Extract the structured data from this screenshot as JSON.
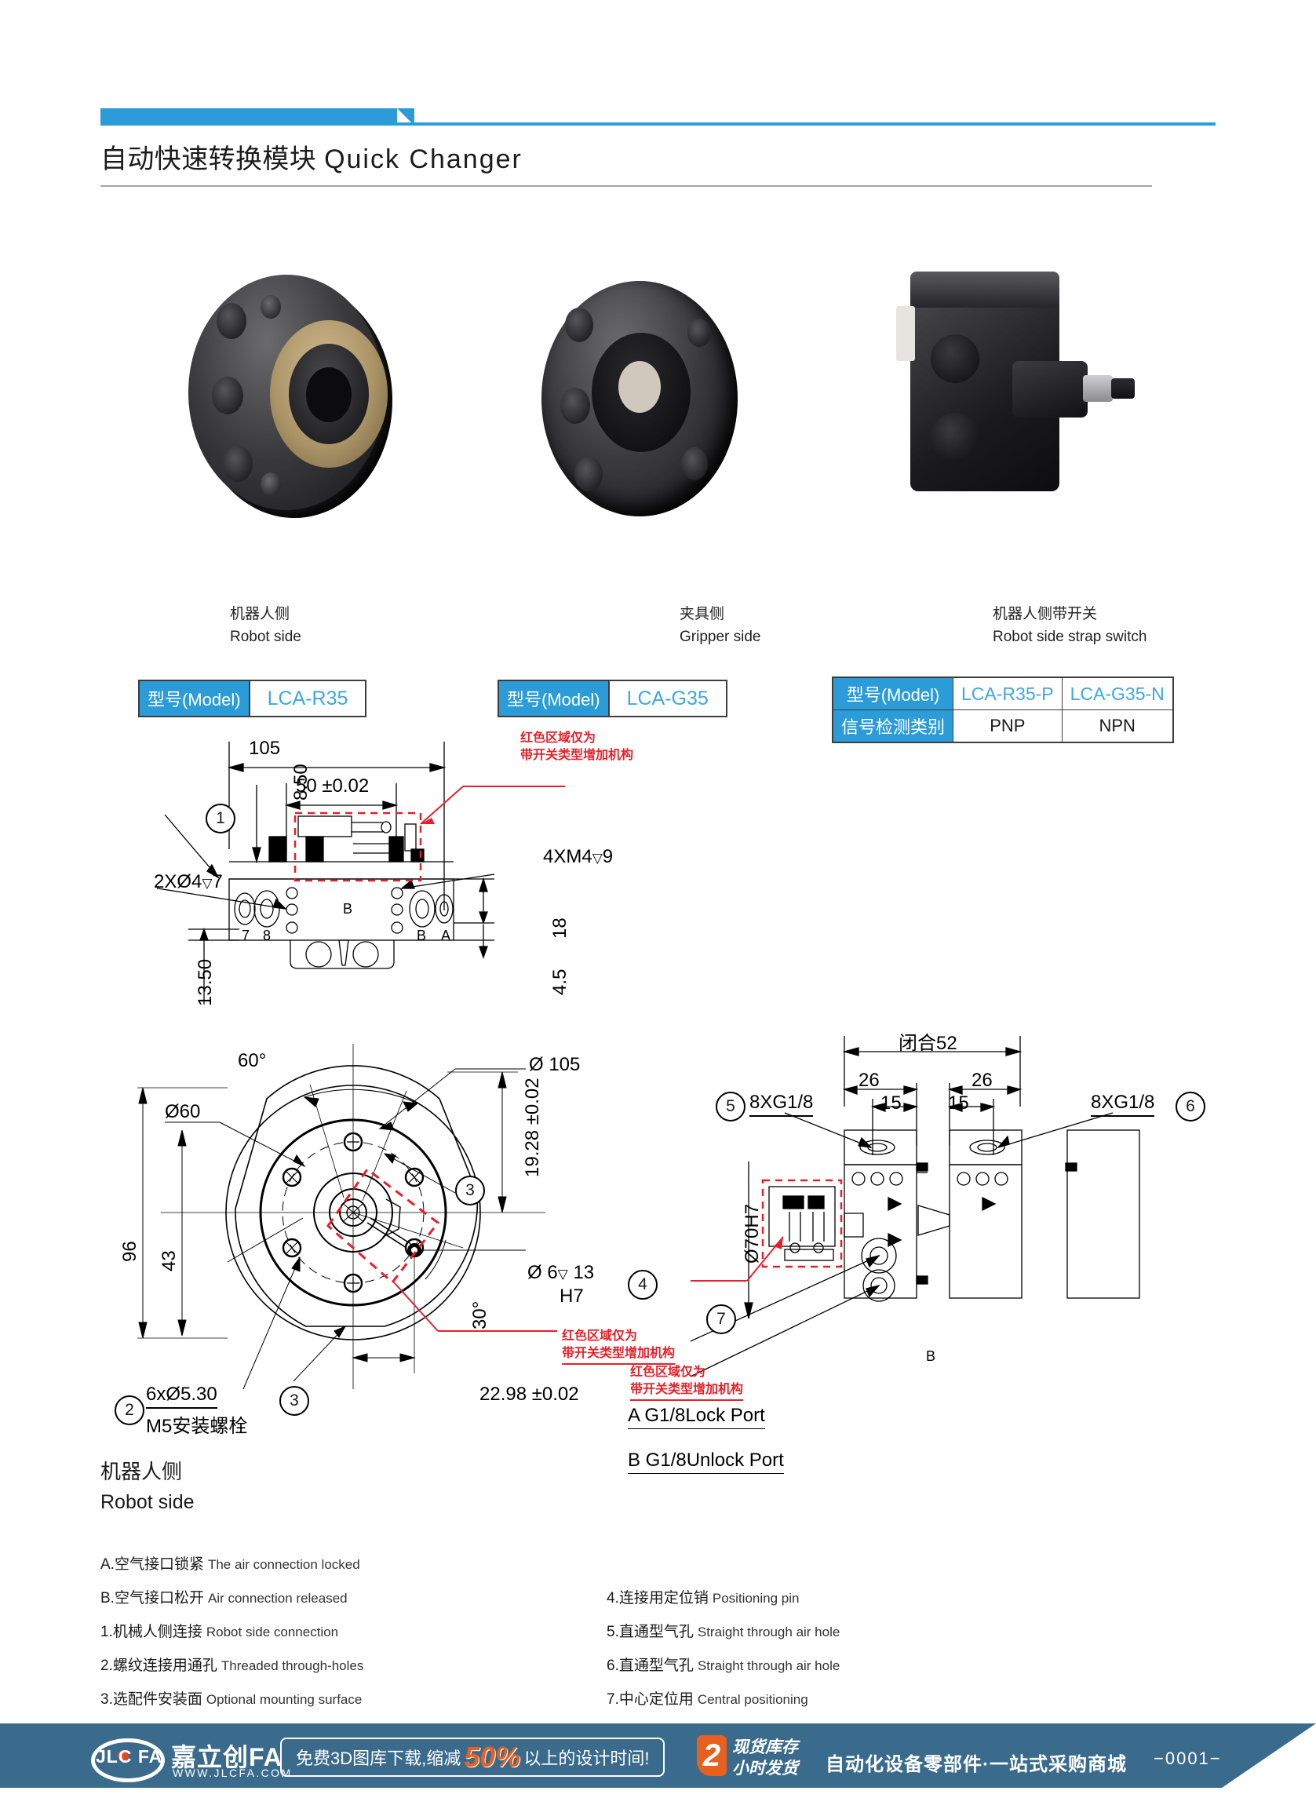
{
  "header": {
    "title_zh": "自动快速转换模块",
    "title_en": "Quick Changer"
  },
  "products": [
    {
      "caption_zh": "机器人侧",
      "caption_en": "Robot side"
    },
    {
      "caption_zh": "夹具侧",
      "caption_en": "Gripper side"
    },
    {
      "caption_zh": "机器人侧带开关",
      "caption_en": "Robot side strap switch"
    }
  ],
  "model_tables": [
    {
      "header": "型号(Model)",
      "value": "LCA-R35"
    },
    {
      "header": "型号(Model)",
      "value": "LCA-G35"
    }
  ],
  "signal_table": {
    "row1_header": "型号(Model)",
    "row2_header": "信号检测类别",
    "models": [
      "LCA-R35-P",
      "LCA-G35-N"
    ],
    "signals": [
      "PNP",
      "NPN"
    ]
  },
  "red_note": {
    "line1": "红色区域仅为",
    "line2": "带开关类型增加机构"
  },
  "drawing_top": {
    "d_105": "105",
    "d_50": "50 ±0.02",
    "d_850": "8.50",
    "d_1350": "13.50",
    "d_18": "18",
    "d_45": "4.5",
    "d_2x4": "2XØ4",
    "d_2x4_depth": "7",
    "d_4xm4": "4XM4",
    "d_4xm4_depth": "9",
    "balloon_1": "1",
    "letter_B": "B",
    "letter_7": "7",
    "letter_8": "8",
    "letter_B2": "B",
    "letter_A": "A"
  },
  "drawing_circle": {
    "d_60deg": "60°",
    "d_30deg": "30°",
    "d_105": "Ø 105",
    "d_60": "Ø60",
    "d_96": "96",
    "d_43": "43",
    "d_1928": "19.28 ±0.02",
    "d_2298": "22.98 ±0.02",
    "d_6": "Ø 6",
    "d_6_depth": "13",
    "d_6_fit": "H7",
    "d_6x530": "6xØ5.30",
    "d_m5": "M5安装螺栓",
    "balloon_2": "2",
    "balloon_3a": "3",
    "balloon_3b": "3",
    "balloon_4": "4"
  },
  "drawing_right": {
    "d_closed": "闭合52",
    "d_26a": "26",
    "d_26b": "26",
    "d_15a": "15",
    "d_15b": "15",
    "d_8xg18_a": "8XG1/8",
    "d_8xg18_b": "8XG1/8",
    "d_70h7": "Ø70H7",
    "balloon_5": "5",
    "balloon_6": "6",
    "balloon_7": "7",
    "port_a": "A G1/8Lock Port",
    "port_b": "B G1/8Unlock Port",
    "letter_B": "B"
  },
  "notes": {
    "title_zh": "机器人侧",
    "title_en": "Robot side",
    "left": [
      {
        "zh": "A.空气接口锁紧",
        "en": "The air connection locked"
      },
      {
        "zh": "B.空气接口松开",
        "en": "Air connection released"
      },
      {
        "zh": "1.机械人侧连接",
        "en": "Robot side connection"
      },
      {
        "zh": "2.螺纹连接用通孔",
        "en": "Threaded through-holes"
      },
      {
        "zh": "3.选配件安装面",
        "en": "Optional mounting surface"
      }
    ],
    "right": [
      {
        "zh": "4.连接用定位销",
        "en": "Positioning pin"
      },
      {
        "zh": "5.直通型气孔",
        "en": "Straight through air hole"
      },
      {
        "zh": "6.直通型气孔",
        "en": "Straight through air hole"
      },
      {
        "zh": "7.中心定位用",
        "en": "Central positioning"
      }
    ]
  },
  "footer": {
    "logo_latin": "JLC FA",
    "logo_zh": "嘉立创FA",
    "url": "WWW.JLCFA.COM",
    "promo_pre": "免费3D图库下载,缩减",
    "promo_pct": "50%",
    "promo_post": "以上的设计时间!",
    "badge_num": "2",
    "badge_line1": "现货库存",
    "badge_line2": "小时发货",
    "slogan": "自动化设备零部件·一站式采购商城",
    "page": "−0001−"
  },
  "colors": {
    "brand_blue": "#2b9cd8",
    "footer_blue": "#3a6b8c",
    "accent_orange": "#e8601f",
    "red": "#e8202a"
  }
}
